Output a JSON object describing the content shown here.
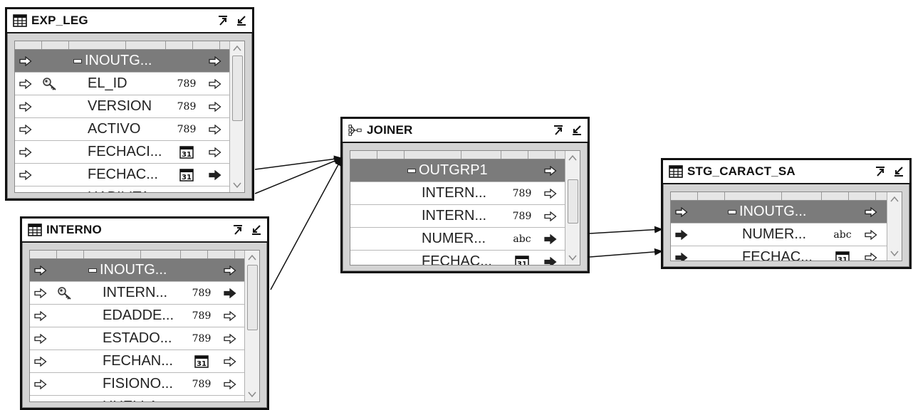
{
  "operators": {
    "exp_leg": {
      "title": "EXP_LEG",
      "icon": "table-icon",
      "group": "INOUTG...",
      "rows": [
        {
          "name": "EL_ID",
          "type": "number",
          "key": true,
          "out": "hollow"
        },
        {
          "name": "VERSION",
          "type": "number",
          "key": false,
          "out": "hollow"
        },
        {
          "name": "ACTIVO",
          "type": "number",
          "key": false,
          "out": "hollow"
        },
        {
          "name": "FECHACI...",
          "type": "date",
          "key": false,
          "out": "hollow"
        },
        {
          "name": "FECHAC...",
          "type": "date",
          "key": false,
          "out": "filled"
        },
        {
          "name": "HABILITA...",
          "type": "number",
          "key": false,
          "out": "hollow"
        }
      ]
    },
    "interno": {
      "title": "INTERNO",
      "icon": "table-icon",
      "group": "INOUTG...",
      "rows": [
        {
          "name": "INTERN...",
          "type": "number",
          "key": true,
          "out": "filled"
        },
        {
          "name": "EDADDE...",
          "type": "number",
          "key": false,
          "out": "hollow"
        },
        {
          "name": "ESTADO...",
          "type": "number",
          "key": false,
          "out": "hollow"
        },
        {
          "name": "FECHAN...",
          "type": "date",
          "key": false,
          "out": "hollow"
        },
        {
          "name": "FISIONO...",
          "type": "number",
          "key": false,
          "out": "hollow"
        },
        {
          "name": "HUELLA...",
          "type": "number",
          "key": false,
          "out": "hollow"
        }
      ]
    },
    "joiner": {
      "title": "JOINER",
      "icon": "joiner-icon",
      "group": "OUTGRP1",
      "rows": [
        {
          "name": "INTERN...",
          "type": "number",
          "key": false,
          "out": "hollow"
        },
        {
          "name": "INTERN...",
          "type": "number",
          "key": false,
          "out": "hollow"
        },
        {
          "name": "NUMER...",
          "type": "string",
          "key": false,
          "out": "filled"
        },
        {
          "name": "FECHAC...",
          "type": "date",
          "key": false,
          "out": "filled"
        }
      ]
    },
    "stg_caract_sa": {
      "title": "STG_CARACT_SA",
      "icon": "table-icon",
      "group": "INOUTG...",
      "rows": [
        {
          "name": "NUMER...",
          "type": "string",
          "key": false,
          "out": "hollow",
          "in": "filled"
        },
        {
          "name": "FECHAC...",
          "type": "date",
          "key": false,
          "out": "hollow",
          "in": "filled"
        }
      ]
    }
  },
  "glyphs": {
    "number": "789",
    "string": "abc",
    "date": "31"
  }
}
